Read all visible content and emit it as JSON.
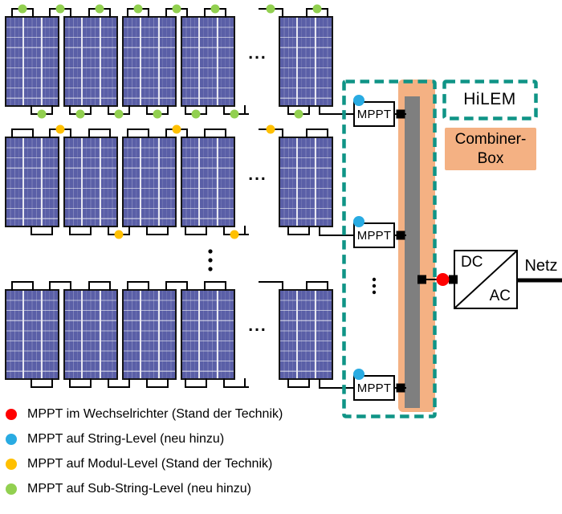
{
  "labels": {
    "mppt": "MPPT",
    "hilem": "HiLEM",
    "combiner_line1": "Combiner-",
    "combiner_line2": "Box",
    "dc": "DC",
    "ac": "AC",
    "netz": "Netz",
    "ellipsis": "..."
  },
  "colors": {
    "teal_dashed": "#0f9486",
    "combiner_fill": "#f4b183",
    "collector_bar": "#7f7f7f",
    "panel_blue": "#5a5fa7",
    "wire_black": "#000000",
    "mppt_inverter_red": "#ff0000",
    "mppt_string_blue": "#29abe2",
    "mppt_module_orange": "#ffc000",
    "mppt_substring_green": "#92d050"
  },
  "panel_field": {
    "rows": [
      {
        "name": "row-substring-mppt",
        "dot_color": "#92d050",
        "top_dots": [
          1,
          1,
          1,
          1,
          1,
          1,
          1
        ],
        "bottom_dots": [
          1,
          1,
          1,
          1,
          1,
          1,
          1
        ],
        "left_stub_dot": 1
      },
      {
        "name": "row-module-mppt",
        "dot_color": "#ffc000",
        "top_dots": [
          0,
          1,
          0,
          0,
          1,
          0,
          0
        ],
        "bottom_dots": [
          0,
          0,
          1,
          0,
          0,
          1,
          0
        ],
        "left_stub_dot": 1
      },
      {
        "name": "row-plain",
        "dot_color": "",
        "top_dots": [
          0,
          0,
          0,
          0,
          0,
          0,
          0
        ],
        "bottom_dots": [
          0,
          0,
          0,
          0,
          0,
          0,
          0
        ],
        "left_stub_dot": 0
      }
    ],
    "string_mppt_count": 3
  },
  "legend": {
    "items": [
      {
        "color": "#ff0000",
        "label": "MPPT im Wechselrichter (Stand der Technik)"
      },
      {
        "color": "#29abe2",
        "label": "MPPT auf String-Level (neu hinzu)"
      },
      {
        "color": "#ffc000",
        "label": "MPPT auf Modul-Level (Stand der Technik)"
      },
      {
        "color": "#92d050",
        "label": "MPPT auf Sub-String-Level (neu hinzu)"
      }
    ]
  }
}
